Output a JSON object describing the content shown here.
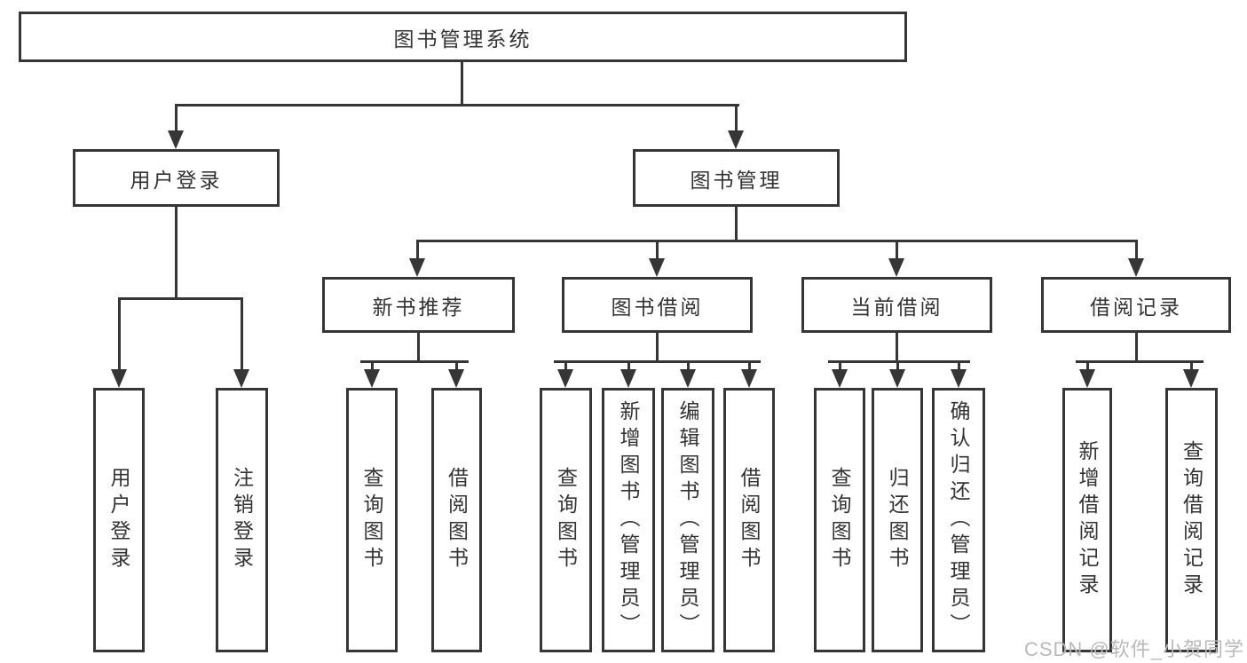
{
  "root": {
    "label": "图书管理系统"
  },
  "level1": {
    "login": {
      "label": "用户登录",
      "leaves": [
        "用户登录",
        "注销登录"
      ]
    },
    "mgmt": {
      "label": "图书管理"
    }
  },
  "sections": [
    {
      "label": "新书推荐",
      "leaves": [
        "查询图书",
        "借阅图书"
      ]
    },
    {
      "label": "图书借阅",
      "leaves": [
        "查询图书",
        "新增图书（管理员）",
        "编辑图书（管理员）",
        "借阅图书"
      ]
    },
    {
      "label": "当前借阅",
      "leaves": [
        "查询图书",
        "归还图书",
        "确认归还（管理员）"
      ]
    },
    {
      "label": "借阅记录",
      "leaves": [
        "新增借阅记录",
        "查询借阅记录"
      ]
    }
  ],
  "watermark": "CSDN @软件_小贺同学",
  "colors": {
    "line": "#363636",
    "text": "#333333",
    "background": "#ffffff",
    "watermark": "#b9b9b9"
  }
}
